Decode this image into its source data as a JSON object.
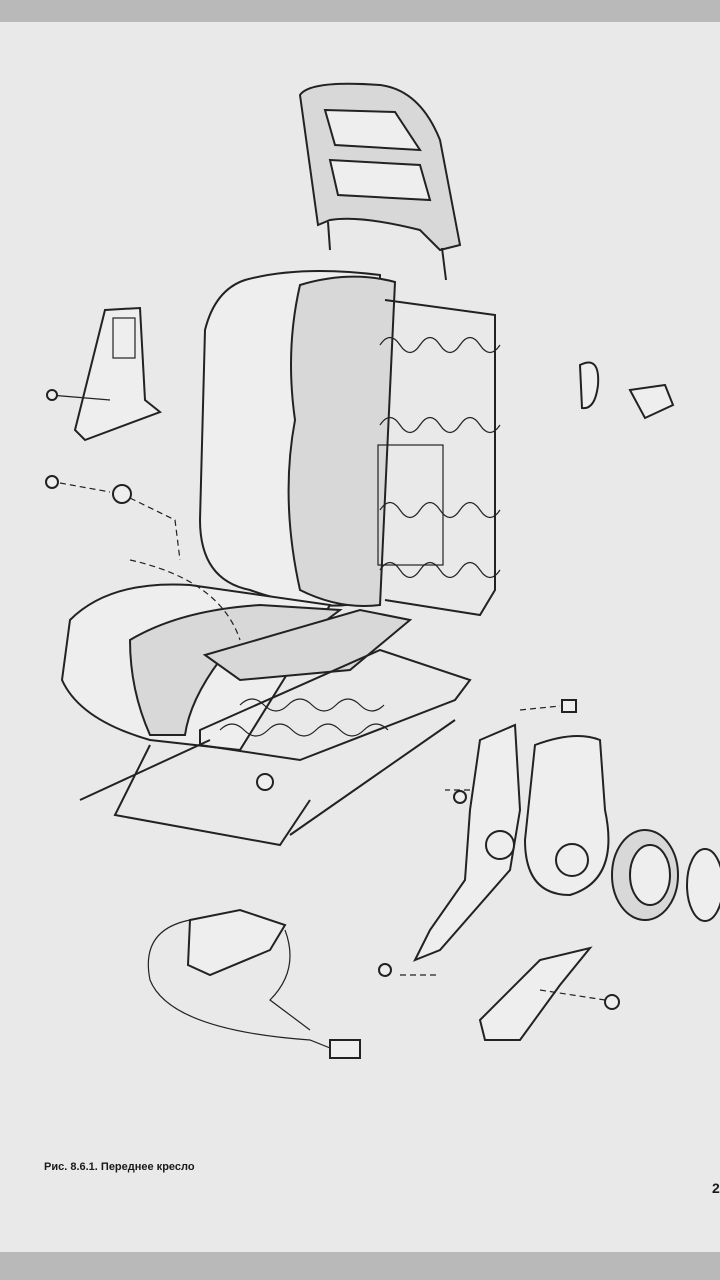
{
  "figure": {
    "caption": "Рис. 8.6.1. Переднее кресло",
    "page_number": "2",
    "illustration": "front-seat-exploded-view"
  }
}
